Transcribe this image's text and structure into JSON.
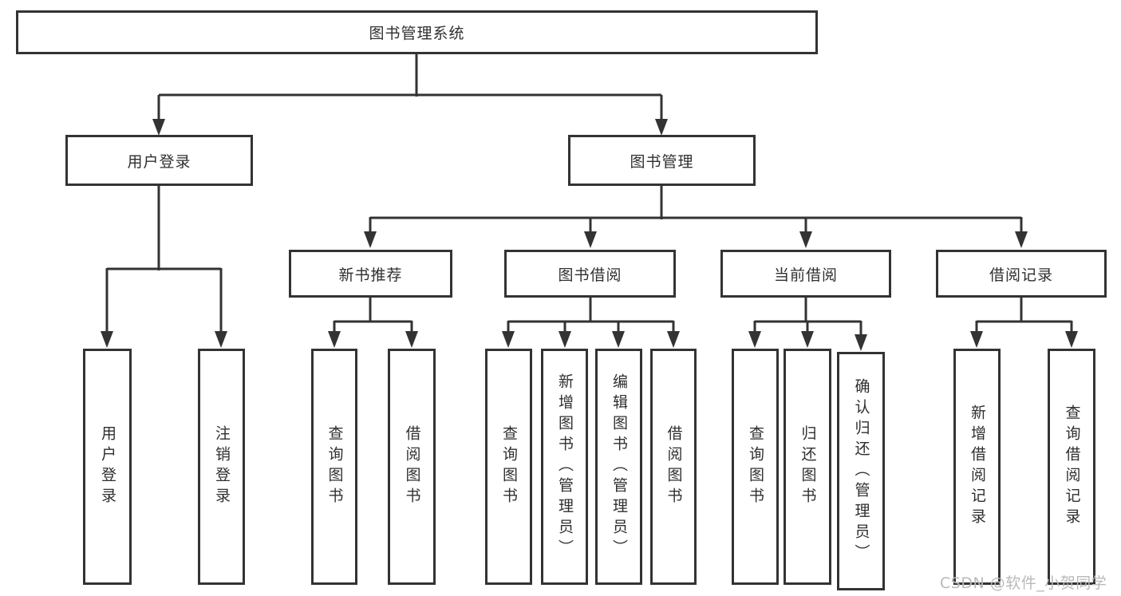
{
  "colors": {
    "line": "#333333",
    "text": "#2f2f2f",
    "box_bg": "#ffffff",
    "watermark": "#b9b9b9"
  },
  "tree": {
    "root": "图书管理系统",
    "branches": [
      {
        "label": "用户登录",
        "children": [
          "用户登录",
          "注销登录"
        ]
      },
      {
        "label": "图书管理",
        "children": [
          {
            "label": "新书推荐",
            "children": [
              "查询图书",
              "借阅图书"
            ]
          },
          {
            "label": "图书借阅",
            "children": [
              "查询图书",
              "新增图书（管理员）",
              "编辑图书（管理员）",
              "借阅图书"
            ]
          },
          {
            "label": "当前借阅",
            "children": [
              "查询图书",
              "归还图书",
              "确认归还（管理员）"
            ]
          },
          {
            "label": "借阅记录",
            "children": [
              "新增借阅记录",
              "查询借阅记录"
            ]
          }
        ]
      }
    ]
  },
  "watermark": {
    "text": "CSDN @软件_小贺同学"
  }
}
